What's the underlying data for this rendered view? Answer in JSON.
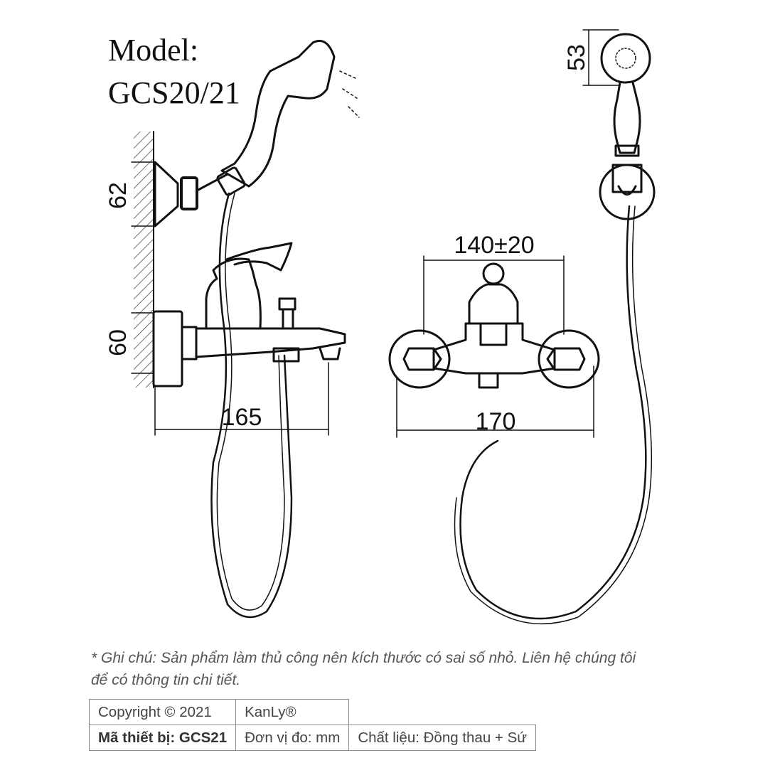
{
  "drawing": {
    "model_label": "Model:",
    "model_code": "GCS20/21",
    "dimensions": {
      "holder_height": "62",
      "body_height": "60",
      "side_width": "165",
      "center_spacing": "140±20",
      "front_width": "170",
      "head_diameter": "53"
    }
  },
  "note": {
    "text": "* Ghi chú: Sản phẩm làm thủ công nên kích thước có sai số nhỏ. Liên hệ chúng tôi để có thông tin chi tiết."
  },
  "info_table": {
    "copyright": "Copyright © 2021",
    "brand": "KanLy®",
    "device_code": "Mã thiết bị: GCS21",
    "unit": "Đơn vị đo: mm",
    "material": "Chất liệu: Đồng thau + Sứ"
  }
}
